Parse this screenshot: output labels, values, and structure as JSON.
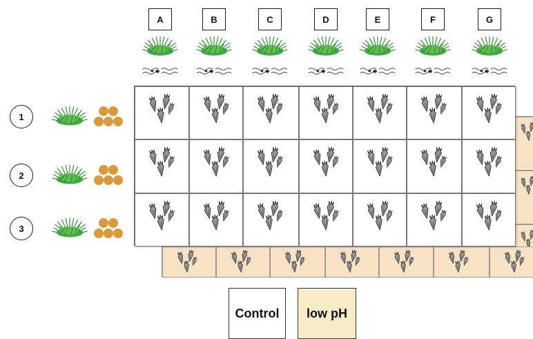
{
  "columns": [
    "A",
    "B",
    "C",
    "D",
    "E",
    "F",
    "G"
  ],
  "rows": [
    "1",
    "2",
    "3"
  ],
  "legend": {
    "control_label": "Control",
    "low_ph_label": "low pH",
    "control_color": "#ffffff",
    "low_ph_color": "#f9ebc8"
  },
  "colors": {
    "plant": "#3c9a3c",
    "pellet": "#d99a3e",
    "low_ph_grid": "#f9e2c5"
  },
  "icons": {
    "column_icons": [
      "grass-tuft-icon",
      "seed-strand-icon"
    ],
    "row_icons": [
      "grass-tuft-icon",
      "pellet-cluster-icon"
    ],
    "cell_icon": "animal-cluster-icon"
  }
}
